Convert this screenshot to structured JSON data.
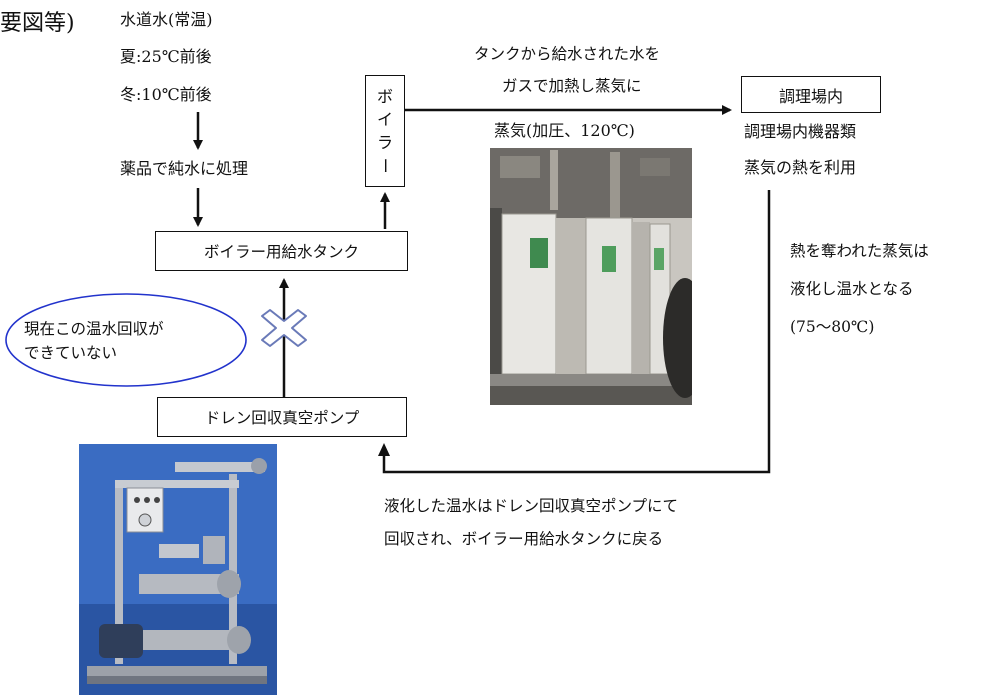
{
  "header_fragment": "要図等)",
  "source_water": {
    "title": "水道水(常温)",
    "summer": "夏:25℃前後",
    "winter": "冬:10℃前後"
  },
  "treatment_label": "薬品で純水に処理",
  "boiler_box_chars": [
    "ボ",
    "イ",
    "ラ",
    "ー"
  ],
  "heating_note": {
    "line1": "タンクから給水された水を",
    "line2": "ガスで加熱し蒸気に"
  },
  "steam_label": "蒸気(加圧、120℃)",
  "kitchen_box_label": "調理場内",
  "kitchen_note": {
    "line1": "調理場内機器類",
    "line2": "蒸気の熱を利用"
  },
  "condensate_note": {
    "line1": "熱を奪われた蒸気は",
    "line2": "液化し温水となる",
    "line3": "(75〜80℃)"
  },
  "feed_tank_box_label": "ボイラー用給水タンク",
  "warning_bubble": {
    "line1": "現在この温水回収が",
    "line2": "できていない"
  },
  "pump_box_label": "ドレン回収真空ポンプ",
  "return_note": {
    "line1": "液化した温水はドレン回収真空ポンプにて",
    "line2": "回収され、ボイラー用給水タンクに戻る"
  },
  "colors": {
    "line": "#111111",
    "bubble_border": "#2233cc",
    "cross_border": "#6a7ab8",
    "photo_bg_boiler": "#b9b4ac",
    "photo_bg_pump": "#2f5db0"
  },
  "icons": [
    "boiler-photo",
    "pump-photo",
    "cross-mark-icon"
  ]
}
